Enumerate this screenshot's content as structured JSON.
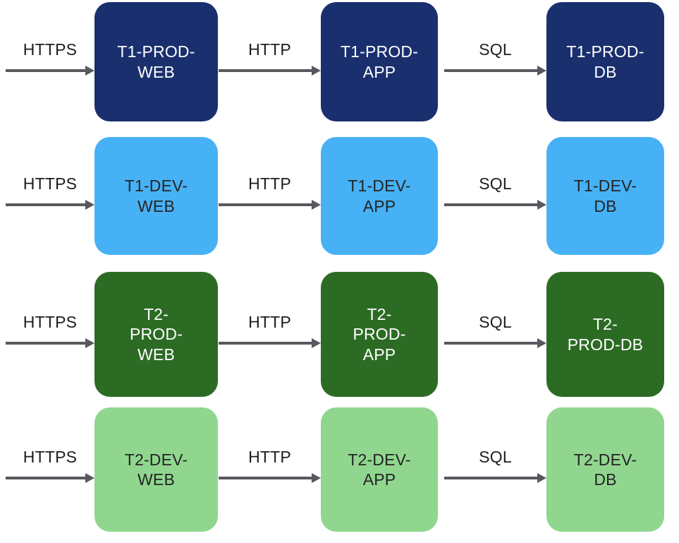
{
  "diagram": {
    "title": "Two-tier application environments flow",
    "background": "#ffffff",
    "arrow_color": "#58585E",
    "arrow_label_color": "#1d1d1d",
    "palette": {
      "t1_prod": "#1A2F6E",
      "t1_dev": "#47B1F5",
      "t2_prod": "#2C6B24",
      "t2_dev": "#90D68F"
    },
    "rows": [
      {
        "id": "t1-prod",
        "fill": "#1A2F6E",
        "text_color": "#ffffff",
        "tone": "dark",
        "nodes": [
          {
            "id": "t1-prod-web",
            "label": "T1-PROD-\nWEB"
          },
          {
            "id": "t1-prod-app",
            "label": "T1-PROD-\nAPP"
          },
          {
            "id": "t1-prod-db",
            "label": "T1-PROD-\nDB"
          }
        ],
        "edges": [
          {
            "id": "t1-prod-ingress",
            "label": "HTTPS"
          },
          {
            "id": "t1-prod-web-app",
            "label": "HTTP"
          },
          {
            "id": "t1-prod-app-db",
            "label": "SQL"
          }
        ]
      },
      {
        "id": "t1-dev",
        "fill": "#47B1F5",
        "text_color": "#242424",
        "tone": "light",
        "nodes": [
          {
            "id": "t1-dev-web",
            "label": "T1-DEV-\nWEB"
          },
          {
            "id": "t1-dev-app",
            "label": "T1-DEV-\nAPP"
          },
          {
            "id": "t1-dev-db",
            "label": "T1-DEV-\nDB"
          }
        ],
        "edges": [
          {
            "id": "t1-dev-ingress",
            "label": "HTTPS"
          },
          {
            "id": "t1-dev-web-app",
            "label": "HTTP"
          },
          {
            "id": "t1-dev-app-db",
            "label": "SQL"
          }
        ]
      },
      {
        "id": "t2-prod",
        "fill": "#2C6B24",
        "text_color": "#ffffff",
        "tone": "dark",
        "nodes": [
          {
            "id": "t2-prod-web",
            "label": "T2-\nPROD-\nWEB"
          },
          {
            "id": "t2-prod-app",
            "label": "T2-\nPROD-\nAPP"
          },
          {
            "id": "t2-prod-db",
            "label": "T2-\nPROD-DB"
          }
        ],
        "edges": [
          {
            "id": "t2-prod-ingress",
            "label": "HTTPS"
          },
          {
            "id": "t2-prod-web-app",
            "label": "HTTP"
          },
          {
            "id": "t2-prod-app-db",
            "label": "SQL"
          }
        ]
      },
      {
        "id": "t2-dev",
        "fill": "#90D68F",
        "text_color": "#242424",
        "tone": "light",
        "nodes": [
          {
            "id": "t2-dev-web",
            "label": "T2-DEV-\nWEB"
          },
          {
            "id": "t2-dev-app",
            "label": "T2-DEV-\nAPP"
          },
          {
            "id": "t2-dev-db",
            "label": "T2-DEV-\nDB"
          }
        ],
        "edges": [
          {
            "id": "t2-dev-ingress",
            "label": "HTTPS"
          },
          {
            "id": "t2-dev-web-app",
            "label": "HTTP"
          },
          {
            "id": "t2-dev-app-db",
            "label": "SQL"
          }
        ]
      }
    ]
  },
  "layout": {
    "rows_y": [
      3,
      194,
      385,
      577
    ],
    "rows_h": [
      169,
      167,
      177,
      176
    ],
    "cols_x": [
      134,
      455,
      775
    ],
    "cols_w": [
      175,
      166,
      167
    ],
    "edges_x": [
      8,
      310,
      630
    ],
    "edges_w": [
      126,
      145,
      145
    ],
    "arrow_stroke": 4
  }
}
